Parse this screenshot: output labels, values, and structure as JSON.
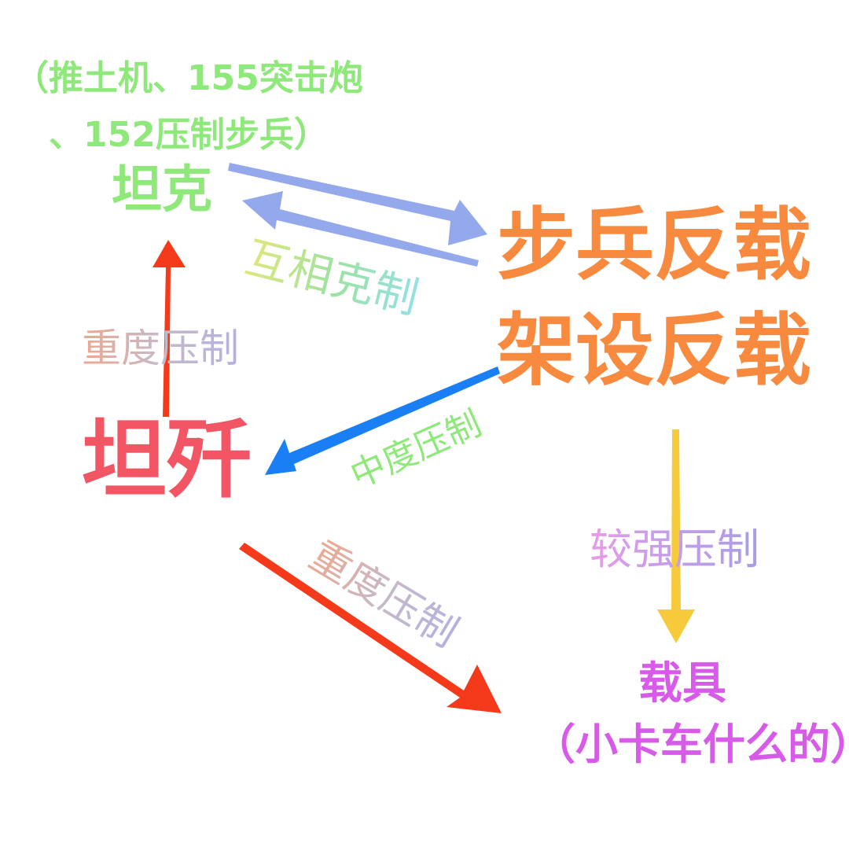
{
  "nodes": {
    "tank_note_1": "（推土机、155突击炮",
    "tank_note_2": "、152压制步兵）",
    "tank": "坦克",
    "infantry_line1": "步兵反载",
    "infantry_line2": "架设反载",
    "tank_destroyer": "坦歼",
    "vehicle": "载具",
    "vehicle_note": "（小卡车什么的）"
  },
  "edges": {
    "mutual": "互相克制",
    "td_to_tank": "重度压制",
    "infantry_to_td": "中度压制",
    "td_to_vehicle": "重度压制",
    "infantry_to_vehicle": "较强压制"
  },
  "colors": {
    "green": "#8ee87a",
    "orange": "#f78a3e",
    "red_text": "#f25563",
    "magenta": "#d75ae8",
    "mutual_arrow": "#93a9ec",
    "red_arrow": "#f43a1a",
    "blue_arrow": "#1a7ff4",
    "yellow_arrow": "#f6ca3a"
  }
}
